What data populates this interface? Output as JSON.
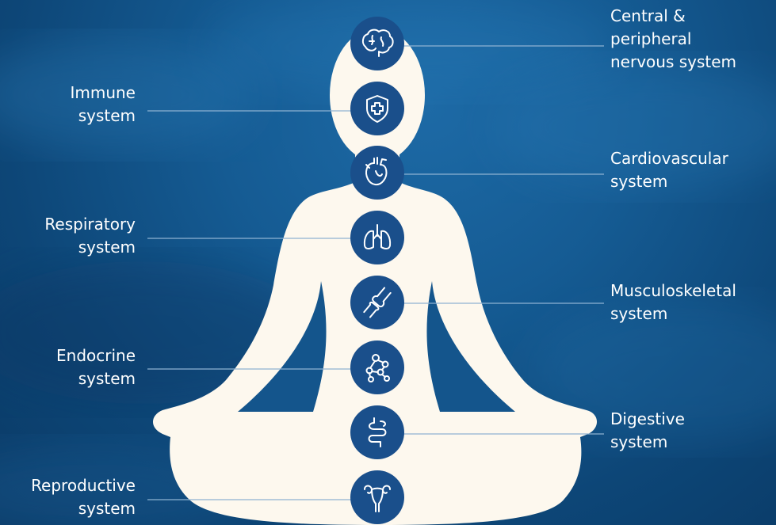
{
  "colors": {
    "background": "#155b93",
    "silhouette": "#fdf8ee",
    "icon_circle": "#1a4f8b",
    "icon_stroke": "#ffffff",
    "leader_line": "#8eb2d2"
  },
  "systems": [
    {
      "id": "nervous",
      "label": "Central &\nperipheral\nnervous system",
      "icon": "brain-icon"
    },
    {
      "id": "immune",
      "label": "Immune\nsystem",
      "icon": "shield-cross-icon"
    },
    {
      "id": "cardiovascular",
      "label": "Cardiovascular\nsystem",
      "icon": "heart-icon"
    },
    {
      "id": "respiratory",
      "label": "Respiratory\nsystem",
      "icon": "lungs-icon"
    },
    {
      "id": "musculoskeletal",
      "label": "Musculoskeletal\nsystem",
      "icon": "knee-joint-icon"
    },
    {
      "id": "endocrine",
      "label": "Endocrine\nsystem",
      "icon": "molecule-icon"
    },
    {
      "id": "digestive",
      "label": "Digestive\nsystem",
      "icon": "intestine-icon"
    },
    {
      "id": "reproductive",
      "label": "Reproductive\nsystem",
      "icon": "uterus-icon"
    }
  ]
}
